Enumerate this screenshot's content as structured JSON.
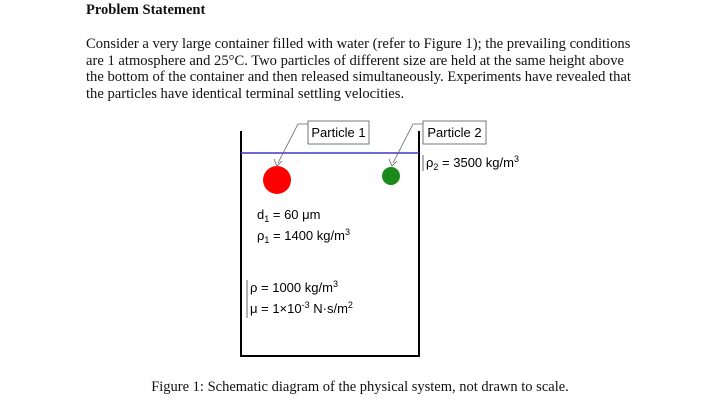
{
  "heading": "Problem Statement",
  "paragraph_lines": [
    "Consider a very large container filled with water (refer to Figure 1); the prevailing conditions",
    "are 1 atmosphere and 25°C. Two particles of different size are held at the same height above",
    "the bottom of the container and then released simultaneously. Experiments have revealed that",
    "the particles have identical terminal settling velocities."
  ],
  "figure": {
    "particle1_label": "Particle 1",
    "particle2_label": "Particle 2",
    "rho2_sym": "ρ",
    "rho2_sub": "2",
    "rho2_value": " = 3500 kg/m",
    "rho2_sup": "3",
    "d1_sym": "d",
    "d1_sub": "1",
    "d1_value": " = 60 μm",
    "rho1_sym": "ρ",
    "rho1_sub": "1",
    "rho1_value": " = 1400 kg/m",
    "rho1_sup": "3",
    "rho_sym": "ρ",
    "rho_value": " = 1000 kg/m",
    "rho_sup": "3",
    "mu_sym": "μ",
    "mu_value": " = 1×10",
    "mu_exp": "-3",
    "mu_unit": " N·s/m",
    "mu_unit_sup": "2",
    "colors": {
      "particle1": "#ff0000",
      "particle2": "#1a8a1a",
      "water_line": "#3a3acb"
    }
  },
  "caption": "Figure 1: Schematic diagram of the physical system, not drawn to scale."
}
